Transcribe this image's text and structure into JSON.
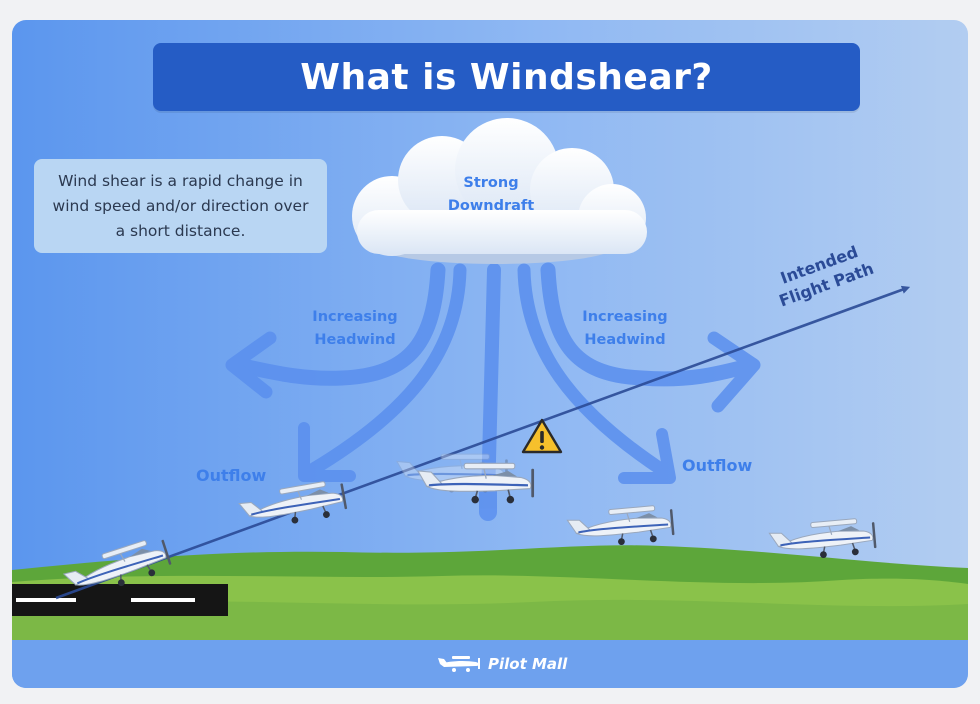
{
  "title": "What is Windshear?",
  "definition": "Wind shear is a rapid change in wind speed and/or direction over a short distance.",
  "cloud_label": [
    "Strong",
    "Downdraft"
  ],
  "left_headwind_label": [
    "Increasing",
    "Headwind"
  ],
  "right_headwind_label": [
    "Increasing",
    "Headwind"
  ],
  "left_outflow_label": "Outflow",
  "right_outflow_label": "Outflow",
  "flight_path_label": [
    "Intended",
    "Flight Path"
  ],
  "logo_text": "Pilot Mall",
  "warning_icon": "warning-triangle-icon",
  "colors": {
    "title_bg": "#255cc5",
    "wind_arrows": "#5a8fee",
    "label_blue": "#3e7fea",
    "flight_path": "#2b4b97",
    "warning": "#f6c02c",
    "grass_light": "#8ac24a",
    "grass_dark": "#5da63a",
    "runway": "#151515"
  }
}
